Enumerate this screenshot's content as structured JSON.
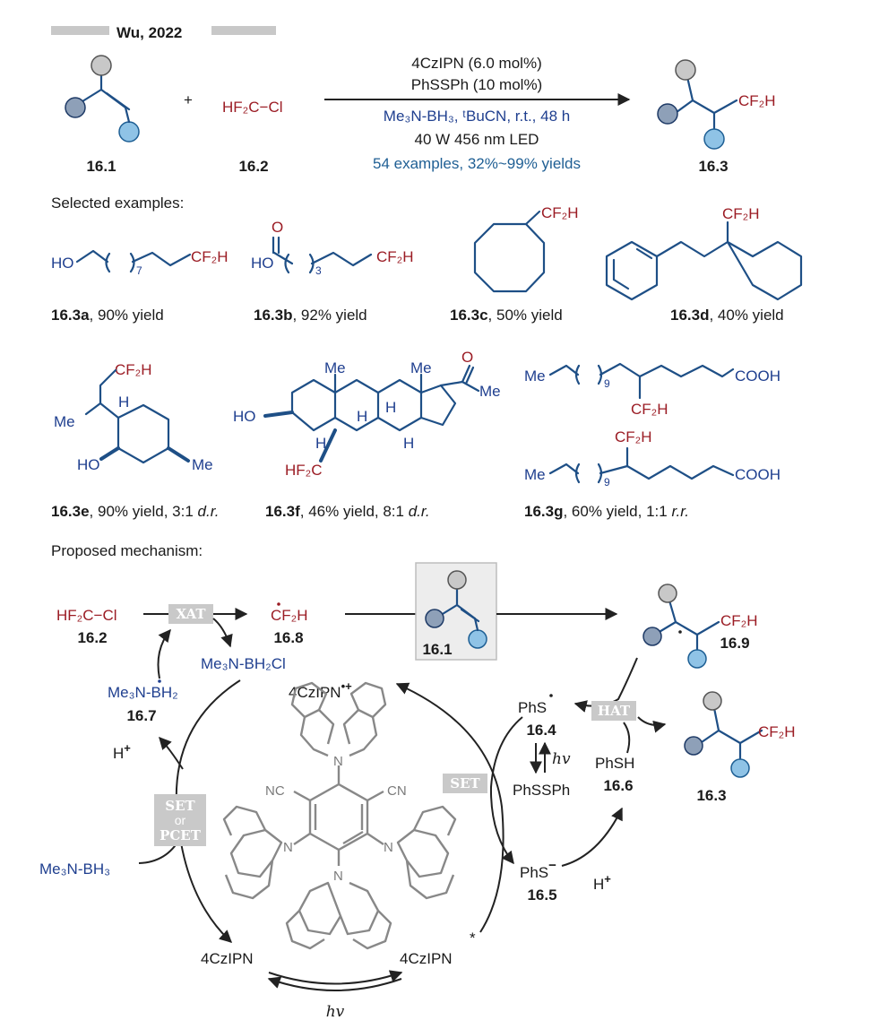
{
  "header": {
    "title": "Wu, 2022"
  },
  "reaction": {
    "plus": "+",
    "reagent_formula": "HF₂C−Cl",
    "cond1": "4CzIPN  (6.0 mol%)",
    "cond2": "PhSSPh (10 mol%)",
    "cond3": "Me₃N-BH₃, ᵗBuCN, r.t., 48 h",
    "cond4": "40 W 456 nm LED",
    "cond5": "54 examples, 32%~99% yields",
    "product_group": "CF₂H",
    "label_sm": "16.1",
    "label_reagent": "16.2",
    "label_product": "16.3"
  },
  "examples": {
    "heading": "Selected examples:",
    "a": {
      "group_left": "HO",
      "subscript": "7",
      "group_right": "CF₂H",
      "id": "16.3a",
      "yield": ", 90% yield"
    },
    "b": {
      "oxygen": "O",
      "group_left": "HO",
      "subscript": "3",
      "group_right": "CF₂H",
      "id": "16.3b",
      "yield": ", 92% yield"
    },
    "c": {
      "group": "CF₂H",
      "id": "16.3c",
      "yield": ", 50% yield"
    },
    "d": {
      "group": "CF₂H",
      "id": "16.3d",
      "yield": ", 40% yield"
    },
    "e": {
      "group": "CF₂H",
      "h": "H",
      "me1": "Me",
      "ho": "HO",
      "me2": "Me",
      "id": "16.3e",
      "yield": ", 90% yield, 3:1 ",
      "dr": "d.r."
    },
    "f": {
      "ho": "HO",
      "me1": "Me",
      "me2": "Me",
      "o": "O",
      "me3": "Me",
      "h1": "H",
      "h2": "H",
      "h3": "H",
      "h4": "H",
      "group": "HF₂C",
      "id": "16.3f",
      "yield": ", 46% yield, 8:1 ",
      "dr": "d.r."
    },
    "g": {
      "me_top": "Me",
      "sub_top": "9",
      "cooh_top": "COOH",
      "group_top": "CF₂H",
      "group_bot": "CF₂H",
      "me_bot": "Me",
      "sub_bot": "9",
      "cooh_bot": "COOH",
      "id": "16.3g",
      "yield": ", 60% yield, 1:1 ",
      "rr": "r.r."
    }
  },
  "mechanism": {
    "heading": "Proposed mechanism:",
    "reagent": "HF₂C−Cl",
    "reagent_label": "16.2",
    "xat": "XAT",
    "radical": "CF₂H",
    "radical_label": "16.8",
    "byproduct": "Me₃N-BH₂Cl",
    "boryl": "Me₃N-BH₂",
    "boryl_label": "16.7",
    "sm_label": "16.1",
    "int_group": "CF₂H",
    "int_label": "16.9",
    "cation": "4CzIPN",
    "cation_charge": "•+",
    "phs_radical": "PhS",
    "phs_radical_label": "16.4",
    "hv1": "hv",
    "disulfide": "PhSSPh",
    "hat": "HAT",
    "thiol": "PhSH",
    "thiol_label": "16.6",
    "product_group": "CF₂H",
    "product_label": "16.3",
    "proton1": "H",
    "proton_plus": "+",
    "set_mid": "SET",
    "set_left": "SET",
    "or": "or",
    "pcet": "PCET",
    "thiolate": "PhS",
    "thiolate_charge": "−",
    "thiolate_label": "16.5",
    "proton2": "H",
    "amine_borane": "Me₃N-BH₃",
    "pc_ground": "4CzIPN",
    "pc_excited": "4CzIPN",
    "excited_mark": "*",
    "hv2": "hv",
    "cat_cn1": "NC",
    "cat_cn2": "CN",
    "cat_n": "N"
  },
  "colors": {
    "red": "#9b1c24",
    "blue": "#1f3f8f",
    "node_gray": "#c8c8c8",
    "node_dark": "#8ea0b8",
    "node_light": "#8fc3e6"
  }
}
